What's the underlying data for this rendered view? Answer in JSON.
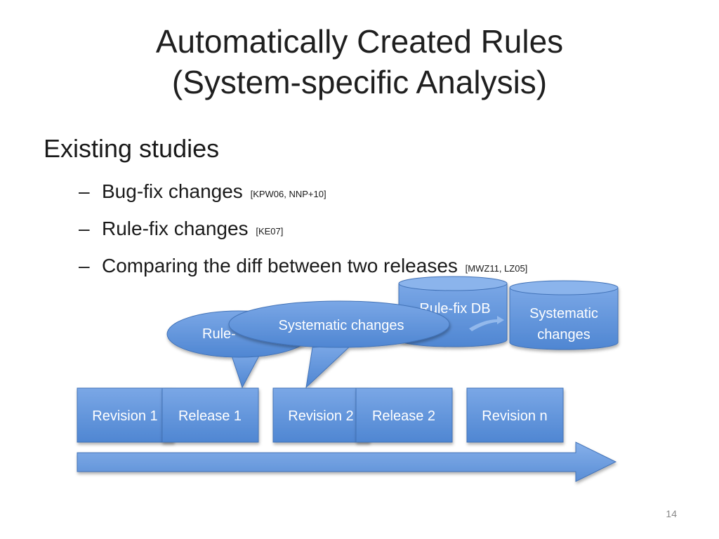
{
  "slide": {
    "title_line1": "Automatically Created Rules",
    "title_line2": "(System-specific Analysis)",
    "heading": "Existing studies",
    "bullets": [
      {
        "dash": "–",
        "text": "Bug-fix changes",
        "cite": "[KPW06, NNP+10]"
      },
      {
        "dash": "–",
        "text": "Rule-fix changes",
        "cite": "[KE07]"
      },
      {
        "dash": "–",
        "text": "Comparing the diff between two releases",
        "cite": "[MWZ11, LZ05]"
      }
    ],
    "page_number": "14"
  },
  "diagram": {
    "databases": {
      "rule_fix_db": "Rule-fix DB",
      "systematic_changes_line1": "Systematic",
      "systematic_changes_line2": "changes"
    },
    "callouts": {
      "rule_fix_partial": "Rule-",
      "systematic_changes": "Systematic changes"
    },
    "boxes": {
      "revision_1": "Revision 1",
      "release_1": "Release 1",
      "revision_2": "Revision 2",
      "release_2": "Release 2",
      "revision_n": "Revision n"
    },
    "colors": {
      "fill": "#5b8fd6",
      "fill_light": "#7aa7e6",
      "stroke": "#4373b8"
    }
  }
}
